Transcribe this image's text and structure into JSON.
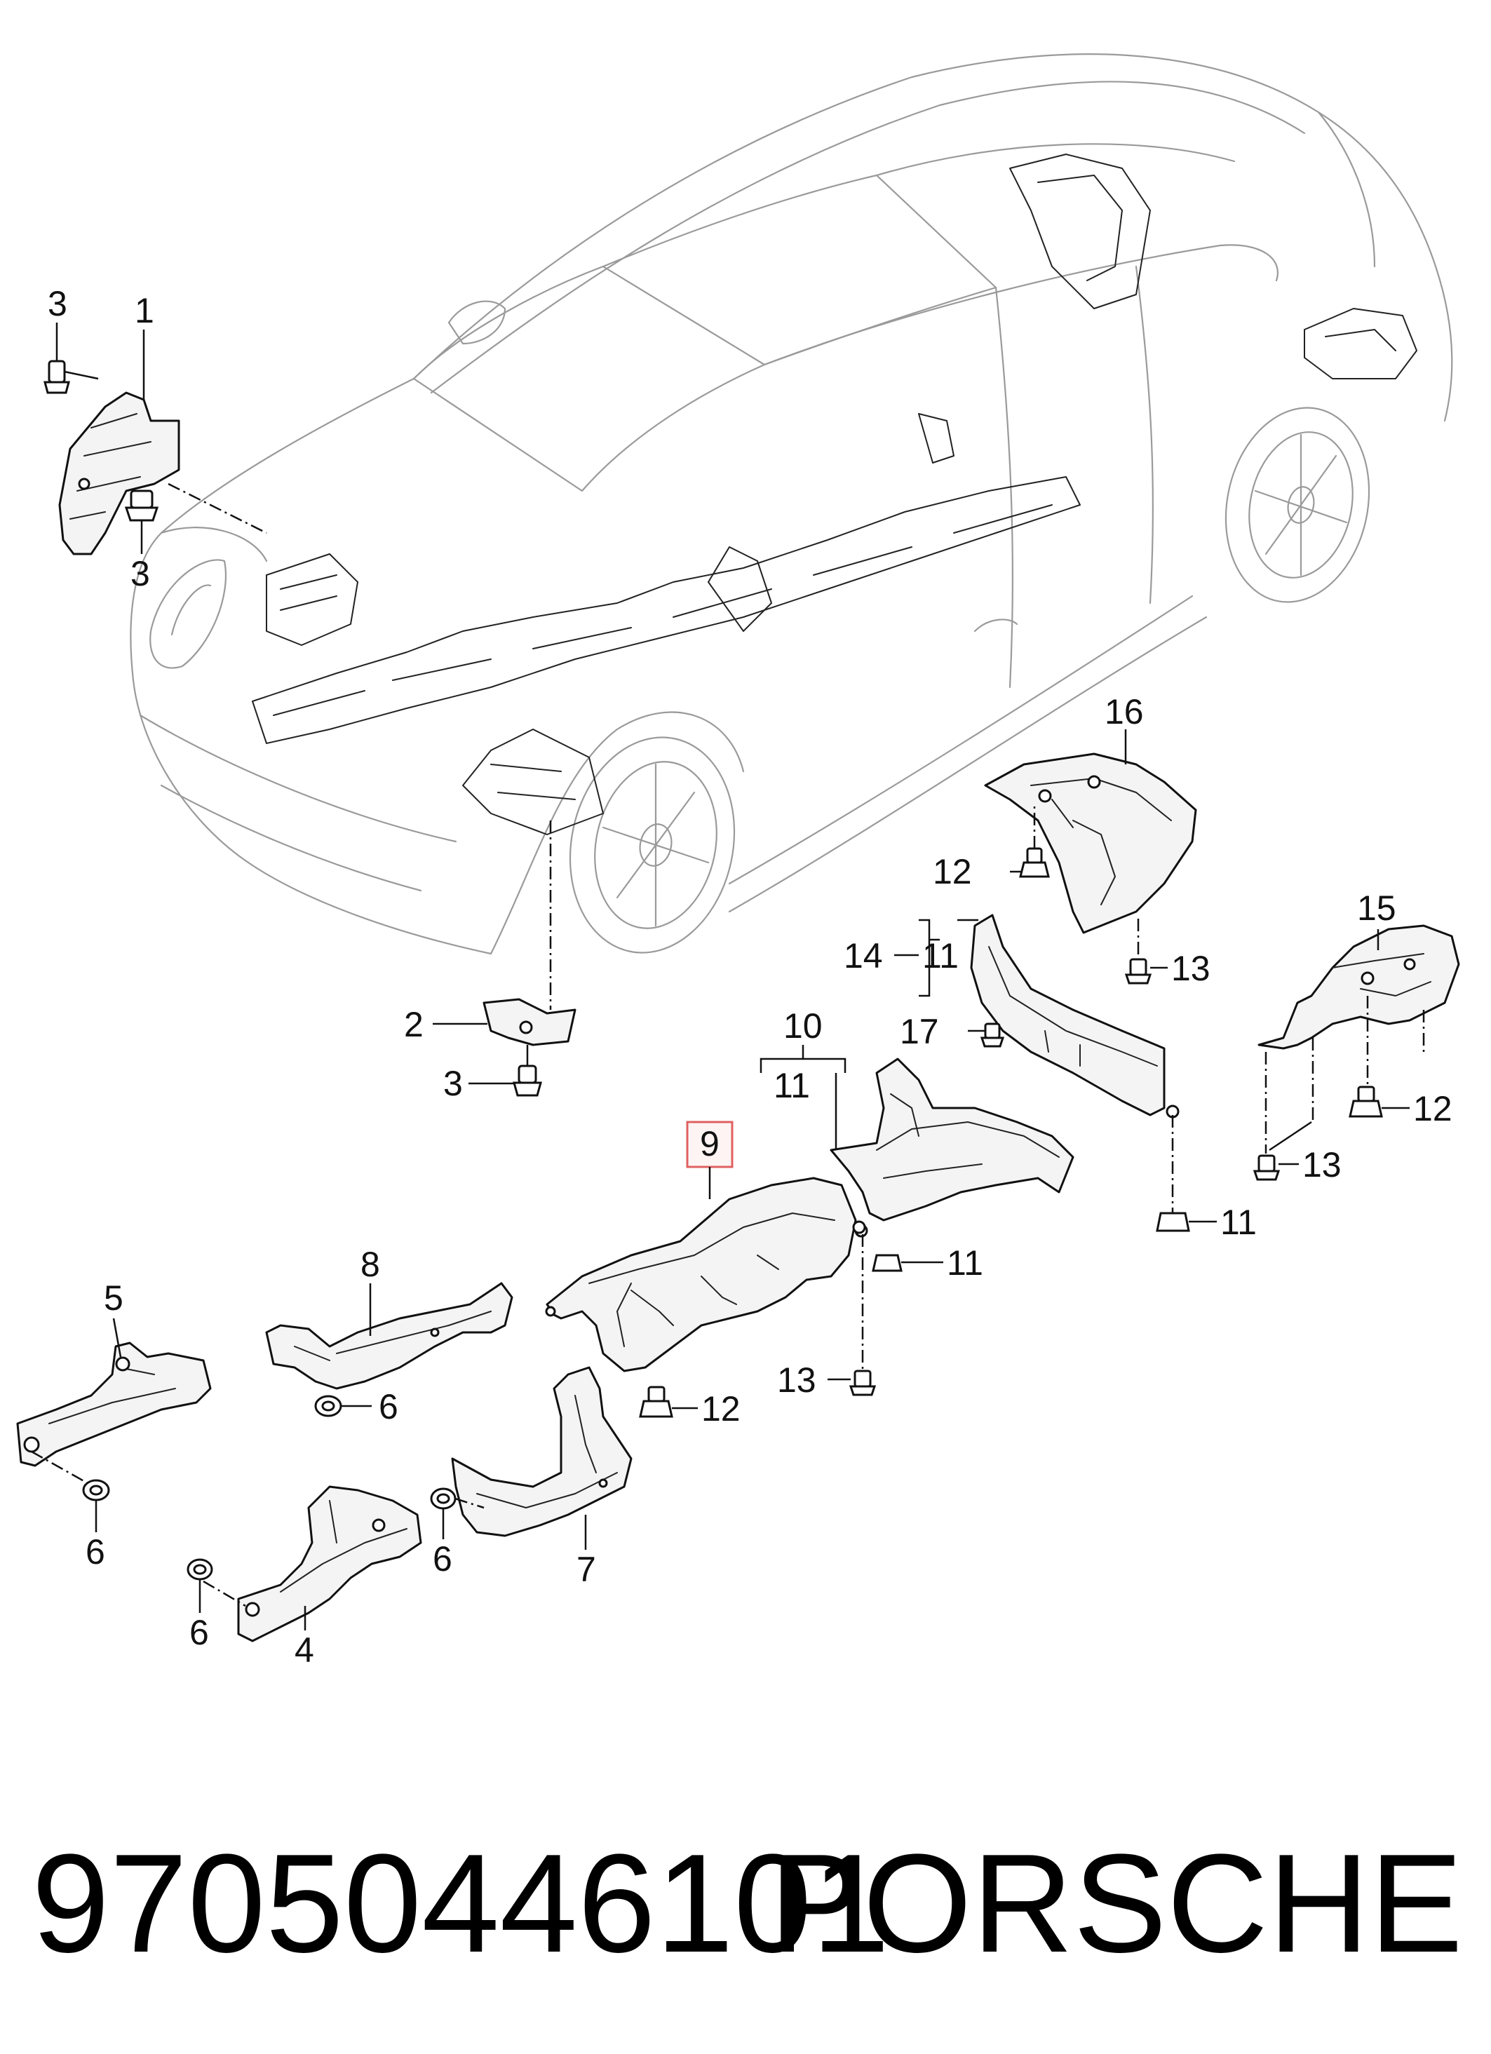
{
  "callouts": [
    {
      "id": "c1",
      "text": "1"
    },
    {
      "id": "c2",
      "text": "2"
    },
    {
      "id": "c3a",
      "text": "3"
    },
    {
      "id": "c3b",
      "text": "3"
    },
    {
      "id": "c3c",
      "text": "3"
    },
    {
      "id": "c4",
      "text": "4"
    },
    {
      "id": "c5",
      "text": "5"
    },
    {
      "id": "c6a",
      "text": "6"
    },
    {
      "id": "c6b",
      "text": "6"
    },
    {
      "id": "c6c",
      "text": "6"
    },
    {
      "id": "c6d",
      "text": "6"
    },
    {
      "id": "c7",
      "text": "7"
    },
    {
      "id": "c8",
      "text": "8"
    },
    {
      "id": "c9",
      "text": "9",
      "highlighted": true
    },
    {
      "id": "c10",
      "text": "10"
    },
    {
      "id": "c11a",
      "text": "11"
    },
    {
      "id": "c11b",
      "text": "11"
    },
    {
      "id": "c11c",
      "text": "11"
    },
    {
      "id": "c11d",
      "text": "11"
    },
    {
      "id": "c12a",
      "text": "12"
    },
    {
      "id": "c12b",
      "text": "12"
    },
    {
      "id": "c12c",
      "text": "12"
    },
    {
      "id": "c13a",
      "text": "13"
    },
    {
      "id": "c13b",
      "text": "13"
    },
    {
      "id": "c13c",
      "text": "13"
    },
    {
      "id": "c14",
      "text": "14"
    },
    {
      "id": "c15",
      "text": "15"
    },
    {
      "id": "c16",
      "text": "16"
    },
    {
      "id": "c17",
      "text": "17"
    },
    {
      "id": "c11e",
      "text": "11"
    }
  ],
  "highlight_color": "#e06060",
  "footer": {
    "part_number": "97050446101",
    "brand": "PORSCHE"
  }
}
